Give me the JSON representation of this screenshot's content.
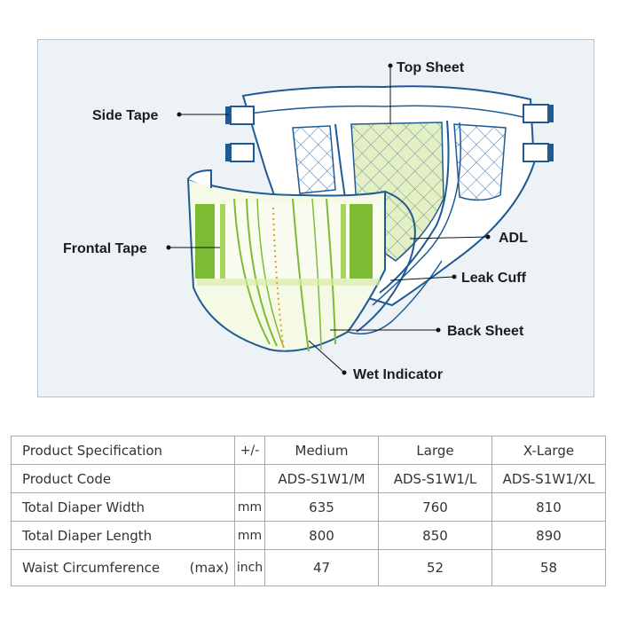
{
  "diagram": {
    "labels": {
      "top_sheet": "Top Sheet",
      "side_tape": "Side Tape",
      "adl": "ADL",
      "frontal_tape": "Frontal Tape",
      "leak_cuff": "Leak Cuff",
      "back_sheet": "Back Sheet",
      "wet_indicator": "Wet Indicator"
    },
    "colors": {
      "outline": "#1f5a94",
      "green": "#7dbb34",
      "light_green": "#d8ecaa",
      "indicator": "#e89b2a",
      "panel": "#edf2f6"
    }
  },
  "table": {
    "header": {
      "spec": "Product Specification",
      "tol": "+/-",
      "sizes": [
        "Medium",
        "Large",
        "X-Large"
      ]
    },
    "rows": [
      {
        "label": "Product Code",
        "note": "",
        "unit": "",
        "values": [
          "ADS-S1W1/M",
          "ADS-S1W1/L",
          "ADS-S1W1/XL"
        ]
      },
      {
        "label": "Total Diaper Width",
        "note": "",
        "unit": "mm",
        "values": [
          "635",
          "760",
          "810"
        ]
      },
      {
        "label": "Total Diaper Length",
        "note": "",
        "unit": "mm",
        "values": [
          "800",
          "850",
          "890"
        ]
      },
      {
        "label": "Waist Circumference",
        "note": "(max)",
        "unit": "inch",
        "values": [
          "47",
          "52",
          "58"
        ]
      }
    ]
  }
}
